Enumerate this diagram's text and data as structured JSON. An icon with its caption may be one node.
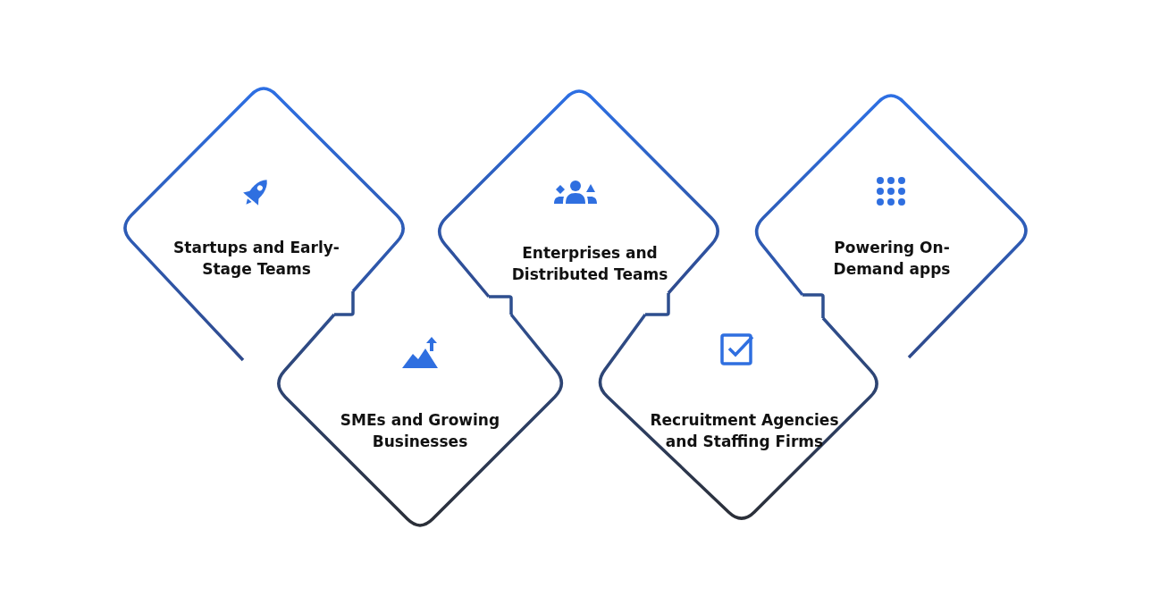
{
  "diagram": {
    "nodes": [
      {
        "text": [
          "Startups and Early-Stage Teams"
        ]
      },
      {
        "text": [
          "Enterprises and Distributed Teams"
        ]
      },
      {
        "text": [
          "Powering On-Demand apps"
        ]
      },
      {
        "text": [
          "SMEs and Growing Businesses"
        ]
      },
      {
        "text": [
          "Recruitment Agencies and Staffing Firms"
        ]
      }
    ],
    "edges": [
      {
        "from": 0,
        "to": 3,
        "arrow": "none"
      },
      {
        "from": 1,
        "to": 3,
        "arrow": "none"
      },
      {
        "from": 1,
        "to": 4,
        "arrow": "none"
      },
      {
        "from": 2,
        "to": 4,
        "arrow": "none"
      }
    ]
  }
}
